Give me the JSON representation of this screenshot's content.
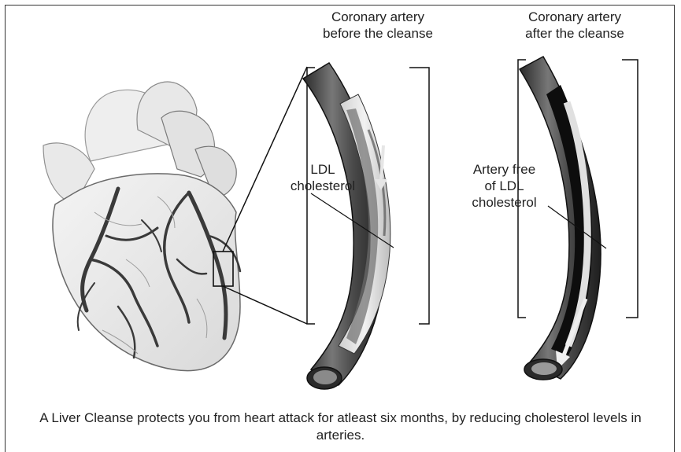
{
  "titles": {
    "before": "Coronary artery\nbefore the cleanse",
    "after": "Coronary artery\nafter the cleanse"
  },
  "labels": {
    "ldl": "LDL\ncholesterol",
    "free": "Artery free\nof LDL\ncholesterol"
  },
  "caption": "A Liver Cleanse protects you from heart attack for atleast six months, by reducing cholesterol levels in arteries."
}
